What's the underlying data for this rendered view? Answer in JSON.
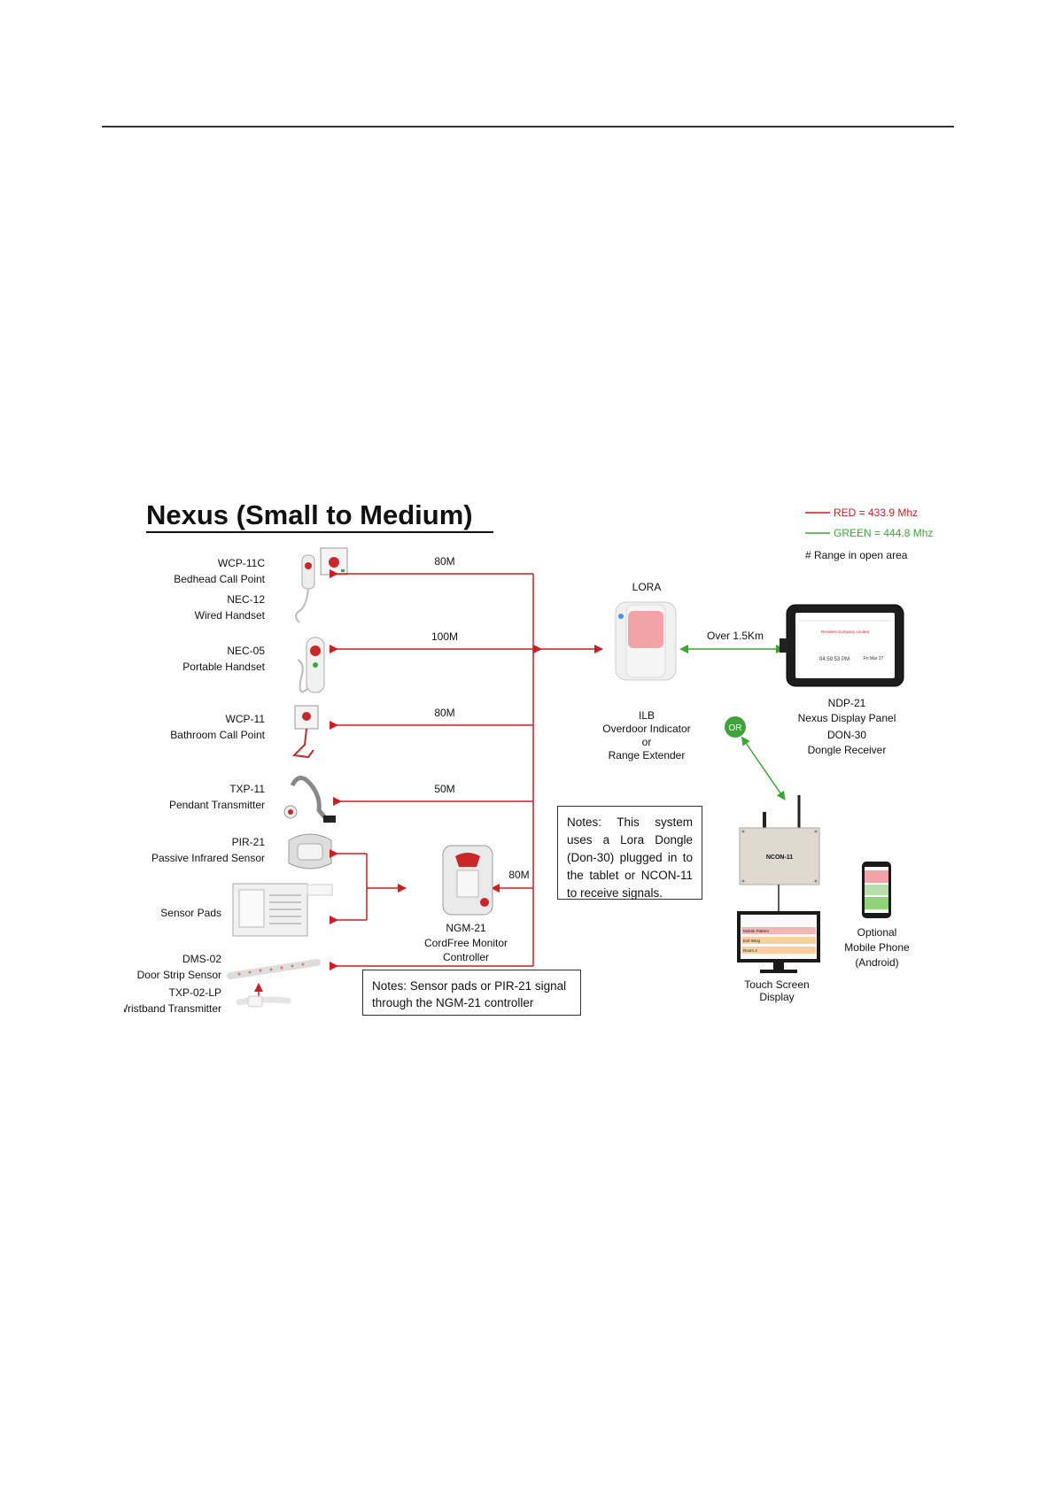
{
  "title": "Nexus (Small to Medium)",
  "legend": {
    "red": "RED = 433.9 Mhz",
    "green": "GREEN = 444.8 Mhz",
    "range_note": "# Range in open area"
  },
  "colors": {
    "red": "#cc1f24",
    "green": "#3ea43a",
    "text": "#111111"
  },
  "devices": {
    "wcp11c": [
      "WCP-11C",
      "Bedhead Call Point"
    ],
    "nec12": [
      "NEC-12",
      "Wired Handset"
    ],
    "nec05": [
      "NEC-05",
      "Portable Handset"
    ],
    "wcp11": [
      "WCP-11",
      "Bathroom Call Point"
    ],
    "txp11": [
      "TXP-11",
      "Pendant Transmitter"
    ],
    "pir21": [
      "PIR-21",
      "Passive Infrared Sensor"
    ],
    "sensor_pads": "Sensor Pads",
    "dms02": [
      "DMS-02",
      "Door Strip Sensor"
    ],
    "txp02lp": [
      "TXP-02-LP",
      "Wristband Transmitter"
    ]
  },
  "distances": {
    "d1": "80M",
    "d2": "100M",
    "d3": "80M",
    "d4": "50M",
    "ngm": "80M",
    "lora_to_panel": "Over 1.5Km"
  },
  "lora": {
    "label": "LORA",
    "caption": [
      "ILB",
      "Overdoor Indicator",
      "or",
      "Range Extender"
    ]
  },
  "ngm21": {
    "caption": [
      "NGM-21",
      "CordFree Monitor",
      "Controller"
    ]
  },
  "ndp21": {
    "caption": [
      "NDP-21",
      "Nexus Display Panel",
      "DON-30",
      "Dongle Receiver"
    ],
    "screen_title": "Resident Company Limited",
    "screen_time": "04:59:53 PM",
    "screen_date": "Fri Mar 27"
  },
  "or_badge": "OR",
  "ncon11": {
    "label": "NCON-11"
  },
  "touch_screen": {
    "caption": [
      "Touch Screen",
      "Display"
    ],
    "rows": [
      "Mobile Pattern",
      "Exit Wing",
      "Room 4"
    ]
  },
  "mobile": {
    "caption": [
      "Optional",
      "Mobile Phone",
      "(Android)"
    ]
  },
  "notes": {
    "system": "Notes: This system uses a Lora Dongle (Don-30) plugged in to the tablet or NCON-11 to receive signals.",
    "sensor": "Notes: Sensor pads or PIR-21 signal through the NGM-21 controller"
  }
}
